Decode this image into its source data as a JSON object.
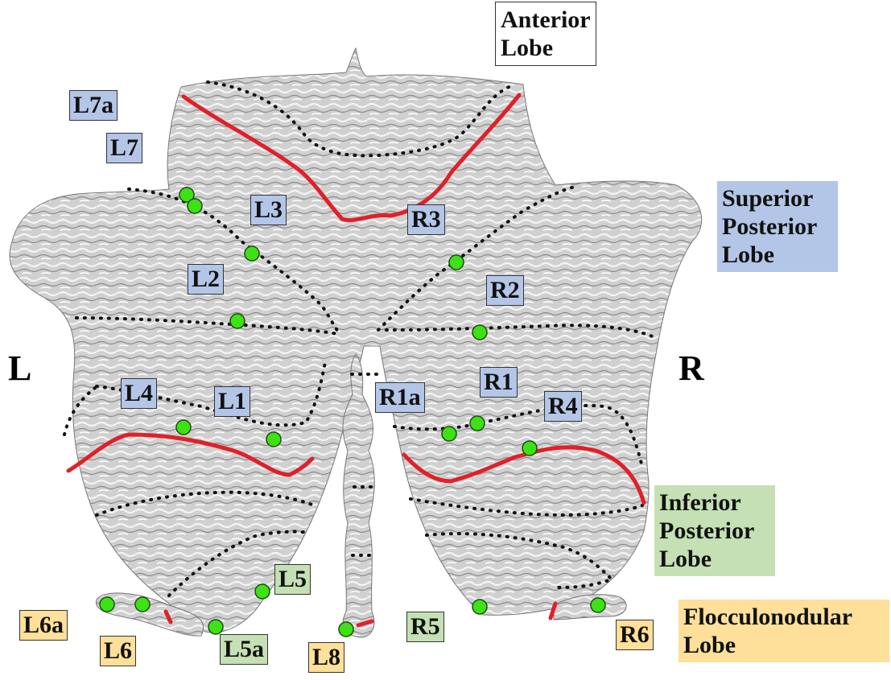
{
  "side_labels": {
    "left": "L",
    "right": "R"
  },
  "lobes": {
    "anterior": [
      "Anterior",
      "Lobe"
    ],
    "superior_posterior": [
      "Superior",
      "Posterior",
      "Lobe"
    ],
    "inferior_posterior": [
      "Inferior",
      "Posterior",
      "Lobe"
    ],
    "flocculonodular": [
      "Flocculonodular",
      "Lobe"
    ]
  },
  "points": {
    "L7a": "L7a",
    "L7": "L7",
    "L3": "L3",
    "L2": "L2",
    "L4": "L4",
    "L1": "L1",
    "L5": "L5",
    "L5a": "L5a",
    "L6a": "L6a",
    "L6": "L6",
    "L8": "L8",
    "R3": "R3",
    "R2": "R2",
    "R1": "R1",
    "R1a": "R1a",
    "R4": "R4",
    "R5": "R5",
    "R6": "R6"
  },
  "colors": {
    "superior_posterior": "#b4c6e7",
    "inferior_posterior": "#c5e0b4",
    "flocculonodular": "#ffe09a",
    "fissure": "#e0202a",
    "marker": "#3ee016"
  }
}
